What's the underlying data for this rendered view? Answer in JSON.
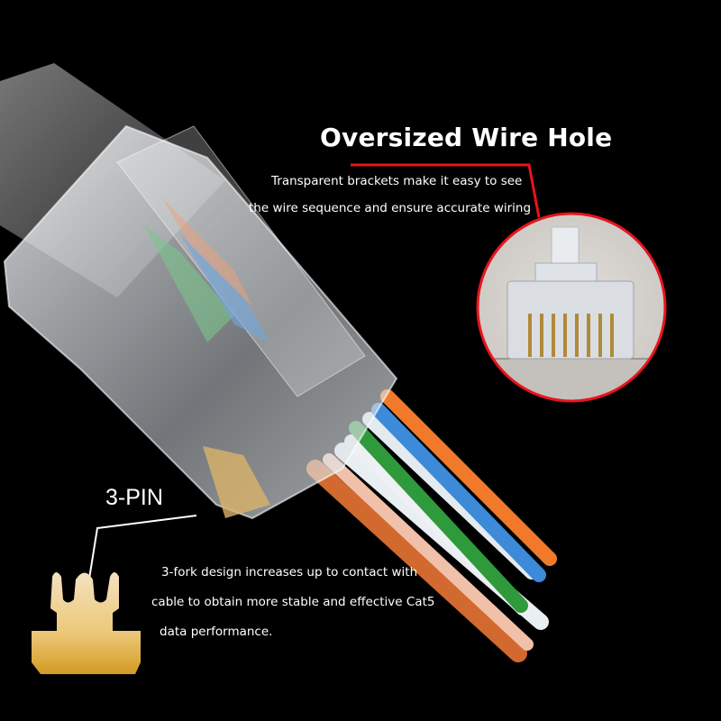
{
  "feature_hole": {
    "title": "Oversized Wire Hole",
    "line1": "Transparent brackets make it easy to see",
    "line2": "the wire sequence and ensure accurate wiring"
  },
  "feature_pin": {
    "title": "3-PIN",
    "line1": "3-fork design increases up to contact with",
    "line2": "cable to obtain more stable and effective Cat5",
    "line3": "data performance."
  },
  "colors": {
    "background": "#000000",
    "accent_red": "#e8141c",
    "text": "#ffffff",
    "gold": "#e6b54a",
    "wire_orange": "#f07a2a",
    "wire_blue": "#3c8ad8",
    "wire_green": "#2f9a3c",
    "cable_gray": "#5a5a5a"
  },
  "wires": [
    "orange",
    "orange-white",
    "blue",
    "blue-white",
    "green",
    "green-white",
    "brown",
    "brown-white"
  ]
}
